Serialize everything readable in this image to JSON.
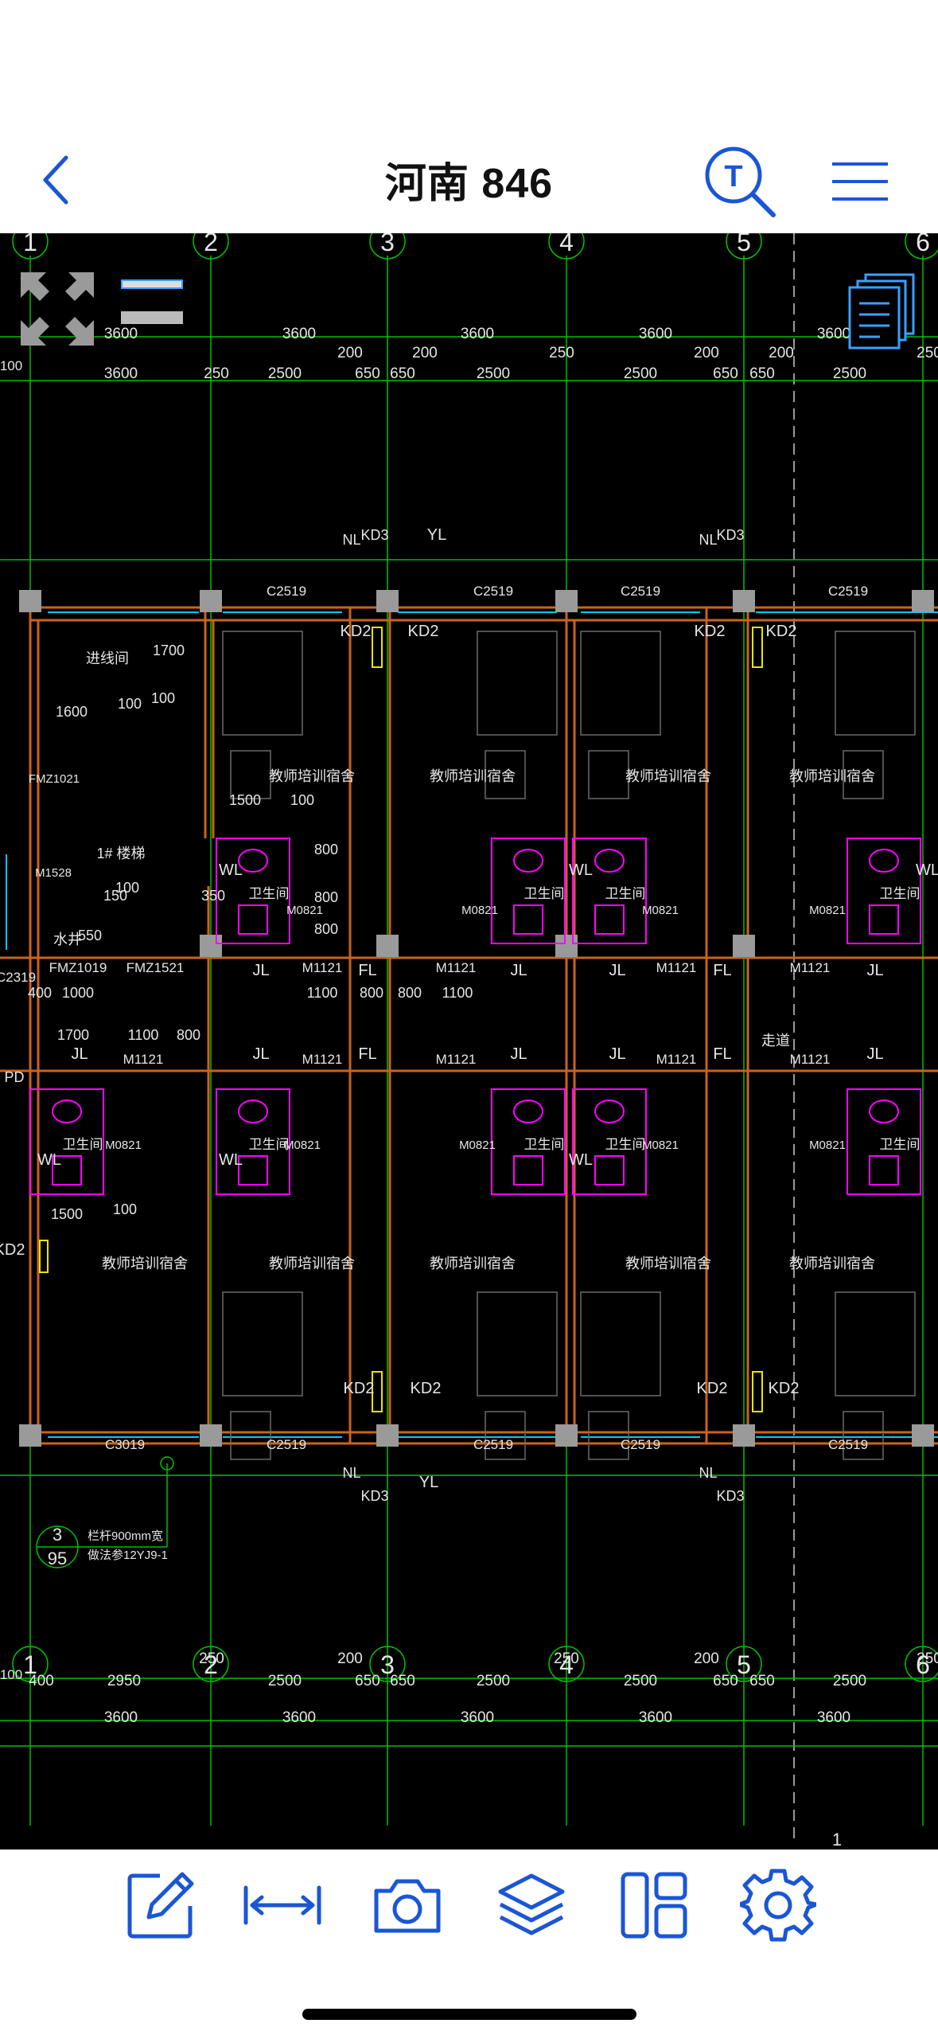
{
  "app": {
    "title": "河南 846"
  },
  "nav": {
    "back_icon": "chevron-left-icon",
    "search_icon": "text-search-icon",
    "search_glyph": "T",
    "menu_icon": "hamburger-menu-icon"
  },
  "colors": {
    "accent": "#1a56d6",
    "canvas_bg": "#000000",
    "axis_green": "#00c000",
    "wall_orange": "#c8641e",
    "fixture_magenta": "#ff00ff",
    "window_cyan": "#00c8ff",
    "text_white": "#e6e6e6",
    "column_gray": "#9a9a9a",
    "door_yellow": "#e6e600"
  },
  "canvas": {
    "axis_labels": [
      "1",
      "2",
      "3",
      "4",
      "5",
      "6"
    ],
    "dims_top_row1": [
      "3600",
      "3600",
      "3600",
      "3600",
      "3600"
    ],
    "dims_top_row2": [
      "200",
      "200",
      "250",
      "200",
      "200",
      "250"
    ],
    "dims_top_row3": [
      "3600",
      "250",
      "2500",
      "650",
      "650",
      "2500",
      "2500",
      "650",
      "650",
      "2500"
    ],
    "dims_bottom_row1": [
      "400",
      "2950",
      "2500",
      "650",
      "650",
      "2500",
      "2500",
      "650",
      "650",
      "2500"
    ],
    "dims_bottom_row2": [
      "3600",
      "3600",
      "3600",
      "3600",
      "3600"
    ],
    "dims_bottom_small": [
      "250",
      "200",
      "250",
      "200",
      "250"
    ],
    "edge_labels": [
      "100",
      "100"
    ],
    "rooms": {
      "dorm": "教师培训宿舍",
      "toilet": "卫生间",
      "shaft": "进线间",
      "stair": "1# 楼梯",
      "well": "水井",
      "corridor": "走道"
    },
    "codes": {
      "window_c2519": "C2519",
      "window_c3019": "C3019",
      "window_c2319": "C2319",
      "door_m1121": "M1121",
      "door_m0821": "M0821",
      "door_m1528": "M1528",
      "fire_door_fmz1521": "FMZ1521",
      "fire_door_fmz1021": "FMZ1021",
      "fire_door_fmz1019": "FMZ1019",
      "kd2": "KD2",
      "kd3": "KD3",
      "nl": "NL",
      "yl": "YL",
      "wl": "WL",
      "fl": "FL",
      "jl": "JL",
      "pd": "PD"
    },
    "inner_dims": [
      "1700",
      "1600",
      "100",
      "100",
      "1500",
      "100",
      "800",
      "800",
      "800",
      "1100",
      "800",
      "800",
      "1100",
      "1700",
      "1100",
      "800",
      "1500",
      "150",
      "350",
      "400",
      "1000",
      "100",
      "100",
      "550"
    ],
    "detail_note": {
      "number": "3",
      "sheet": "95",
      "line1": "栏杆900mm宽",
      "line2": "做法参12YJ9-1"
    },
    "corner_mark": "1"
  },
  "overlay": {
    "expand_icon": "fullscreen-expand-icon",
    "lineweight_icon": "lineweight-icon",
    "layout_icon": "layout-sheets-icon"
  },
  "toolbar": {
    "items": [
      {
        "name": "edit-annotate-button",
        "icon": "pencil-edit-icon"
      },
      {
        "name": "measure-button",
        "icon": "measure-distance-icon"
      },
      {
        "name": "screenshot-button",
        "icon": "camera-icon"
      },
      {
        "name": "layers-button",
        "icon": "layers-icon"
      },
      {
        "name": "layout-button",
        "icon": "layout-panel-icon"
      },
      {
        "name": "settings-button",
        "icon": "gear-icon"
      }
    ]
  }
}
